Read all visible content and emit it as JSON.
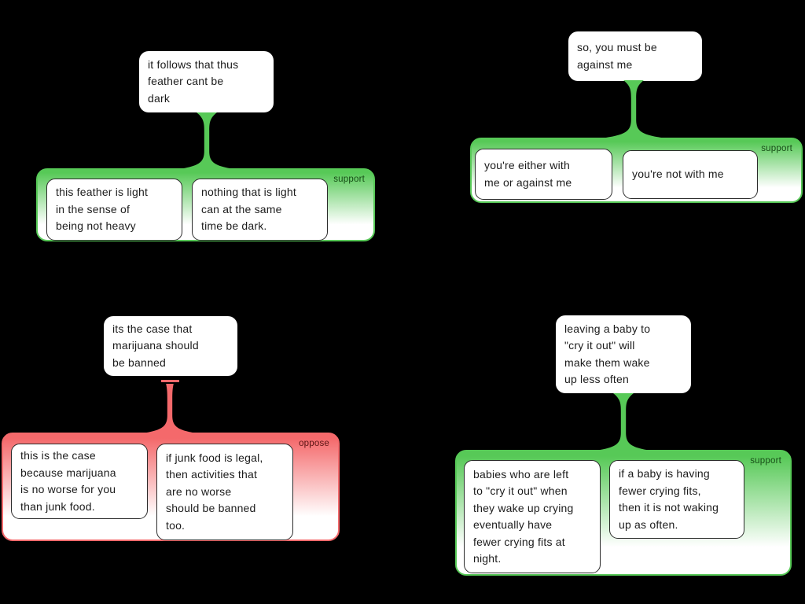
{
  "colors": {
    "background": "#000000",
    "support": "#57c957",
    "oppose": "#f4696b",
    "support_label": "#174d17",
    "oppose_label": "#5a1515",
    "box_text": "#1c1c1c",
    "premise_border": "#2b2b2b"
  },
  "arguments": [
    {
      "relation": "support",
      "group_label": "support",
      "conclusion": "it follows that thus\nfeather cant be\ndark",
      "premises": [
        "this feather is light\nin the sense of\nbeing not heavy",
        "nothing that is light\ncan at the same\ntime be dark."
      ]
    },
    {
      "relation": "support",
      "group_label": "support",
      "conclusion": "so, you must be\nagainst me",
      "premises": [
        "you're either with\nme or against me",
        "you're not with me"
      ]
    },
    {
      "relation": "oppose",
      "group_label": "oppose",
      "conclusion": "its the case that\nmarijuana should\nbe banned",
      "premises": [
        "this is the case\nbecause marijuana\nis no worse for you\nthan junk food.",
        "if junk food is legal,\nthen activities that\nare no worse\nshould be banned\ntoo."
      ]
    },
    {
      "relation": "support",
      "group_label": "support",
      "conclusion": "leaving a baby to\n\"cry it out\" will\nmake them wake\nup less often",
      "premises": [
        "babies who are left\nto \"cry it out\" when\nthey wake up crying\neventually have\nfewer crying fits at\nnight.",
        "if a baby is having\nfewer crying fits,\nthen it is not waking\nup as often."
      ]
    }
  ]
}
